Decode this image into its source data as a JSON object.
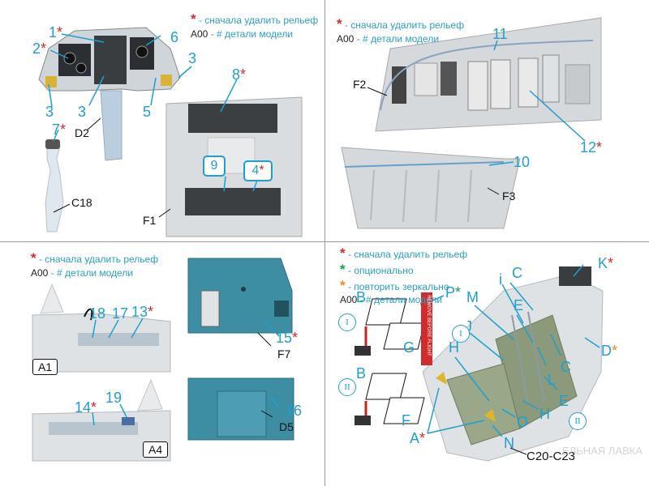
{
  "legend": {
    "remove_relief": "- сначала удалить рельеф",
    "optional": "- опционально",
    "mirror": "- повторить зеркально",
    "model_parts_code": "A00",
    "model_parts": "- # детали модели"
  },
  "colors": {
    "callout": "#1f9fd0",
    "star_red": "#d32b2b",
    "star_green": "#1c9e4a",
    "star_orange": "#f08c1c",
    "panel_teal": "#3d8ea3",
    "part_grey": "#d5d9dc"
  },
  "q1": {
    "callouts": [
      "1",
      "2",
      "3",
      "3",
      "3",
      "5",
      "6",
      "7",
      "8"
    ],
    "frame_callouts": [
      "9",
      "4"
    ],
    "parts": [
      "D2",
      "C18",
      "F1"
    ]
  },
  "q2": {
    "callouts": [
      "11",
      "12",
      "10"
    ],
    "parts": [
      "F2",
      "F3"
    ]
  },
  "q3": {
    "callouts": [
      "18",
      "17",
      "13",
      "15",
      "16",
      "14",
      "19"
    ],
    "parts": [
      "F7",
      "D5"
    ],
    "views": [
      "A1",
      "A4"
    ]
  },
  "q4": {
    "callouts": [
      "P",
      "K",
      "C",
      "i",
      "E",
      "M",
      "J",
      "H",
      "L",
      "C",
      "D",
      "E",
      "H",
      "O",
      "N",
      "A",
      "B",
      "G",
      "B",
      "F"
    ],
    "parts": [
      "C20-C23"
    ],
    "view_markers": [
      "I",
      "II",
      "I",
      "II"
    ],
    "flag_text": "REMOVE BEFORE FLIGHT",
    "watermark": "ЕЛЬНАЯ ЛАВКА"
  }
}
